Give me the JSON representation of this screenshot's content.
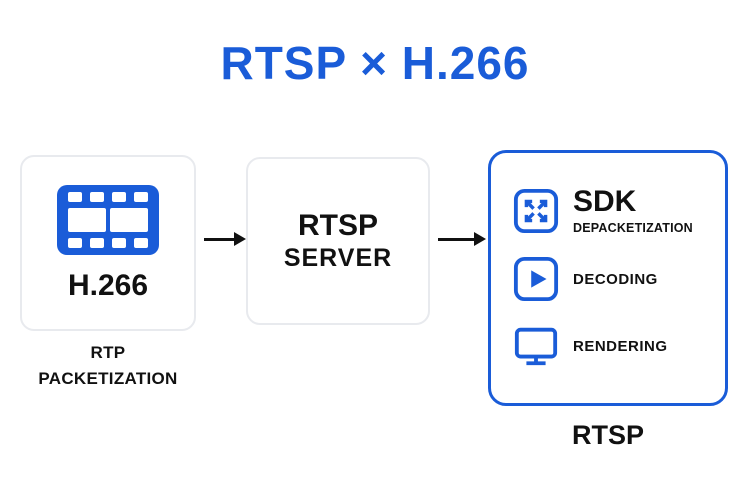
{
  "title": "RTSP × H.266",
  "colors": {
    "accent": "#1a5cd8",
    "arrow": "#111111",
    "box_border": "#e8eaee"
  },
  "nodes": {
    "source": {
      "label": "H.266",
      "caption_line1": "RTP",
      "caption_line2": "PACKETIZATION",
      "icon": "film-icon"
    },
    "server": {
      "line1": "RTSP",
      "line2": "SERVER"
    },
    "client": {
      "caption": "RTSP",
      "items": [
        {
          "title": "SDK",
          "subtitle": "DEPACKETIZATION",
          "icon": "expand-icon"
        },
        {
          "title": "DECODING",
          "icon": "play-icon"
        },
        {
          "title": "RENDERING",
          "icon": "monitor-icon"
        }
      ]
    }
  }
}
